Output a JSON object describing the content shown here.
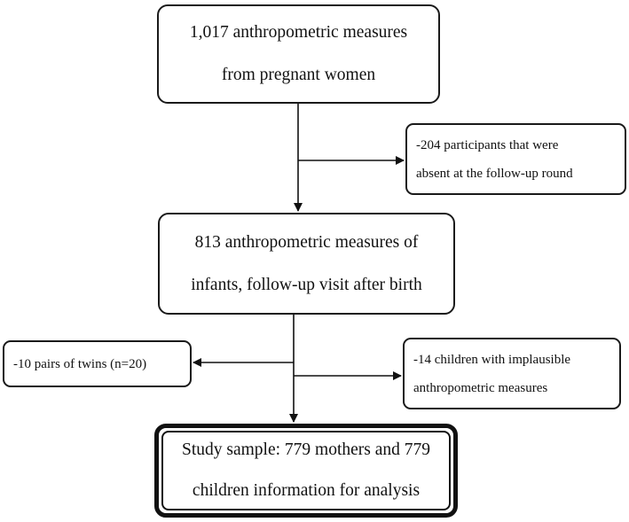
{
  "flowchart": {
    "start": {
      "line1": "1,017 anthropometric measures",
      "line2": "from pregnant women"
    },
    "exclusion_absent": {
      "line1": "-204 participants that were",
      "line2": "absent at the follow-up round"
    },
    "middle": {
      "line1": "813 anthropometric measures of",
      "line2": "infants, follow-up visit after birth"
    },
    "exclusion_twins": {
      "line1": "-10 pairs of twins (n=20)"
    },
    "exclusion_implausible": {
      "line1": "-14 children with implausible",
      "line2": "anthropometric measures"
    },
    "final": {
      "line1": "Study sample: 779 mothers and 779",
      "line2": "children information for analysis"
    }
  }
}
